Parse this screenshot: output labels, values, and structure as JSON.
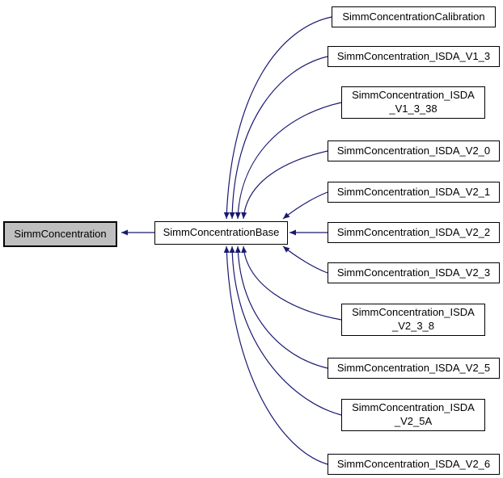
{
  "nodes": {
    "root": {
      "label": "SimmConcentration"
    },
    "base": {
      "label": "SimmConcentrationBase"
    },
    "derived": [
      {
        "label": "SimmConcentrationCalibration",
        "lines": [
          "SimmConcentrationCalibration"
        ]
      },
      {
        "label": "SimmConcentration_ISDA_V1_3",
        "lines": [
          "SimmConcentration_ISDA_V1_3"
        ]
      },
      {
        "label": "SimmConcentration_ISDA_V1_3_38",
        "lines": [
          "SimmConcentration_ISDA",
          "_V1_3_38"
        ]
      },
      {
        "label": "SimmConcentration_ISDA_V2_0",
        "lines": [
          "SimmConcentration_ISDA_V2_0"
        ]
      },
      {
        "label": "SimmConcentration_ISDA_V2_1",
        "lines": [
          "SimmConcentration_ISDA_V2_1"
        ]
      },
      {
        "label": "SimmConcentration_ISDA_V2_2",
        "lines": [
          "SimmConcentration_ISDA_V2_2"
        ]
      },
      {
        "label": "SimmConcentration_ISDA_V2_3",
        "lines": [
          "SimmConcentration_ISDA_V2_3"
        ]
      },
      {
        "label": "SimmConcentration_ISDA_V2_3_8",
        "lines": [
          "SimmConcentration_ISDA",
          "_V2_3_8"
        ]
      },
      {
        "label": "SimmConcentration_ISDA_V2_5",
        "lines": [
          "SimmConcentration_ISDA_V2_5"
        ]
      },
      {
        "label": "SimmConcentration_ISDA_V2_5A",
        "lines": [
          "SimmConcentration_ISDA",
          "_V2_5A"
        ]
      },
      {
        "label": "SimmConcentration_ISDA_V2_6",
        "lines": [
          "SimmConcentration_ISDA_V2_6"
        ]
      }
    ]
  },
  "colors": {
    "arrow": "#191970",
    "root_fill": "#bfbfbf",
    "node_fill": "#ffffff",
    "node_border": "#000000",
    "text": "#000000",
    "background": "#ffffff"
  }
}
